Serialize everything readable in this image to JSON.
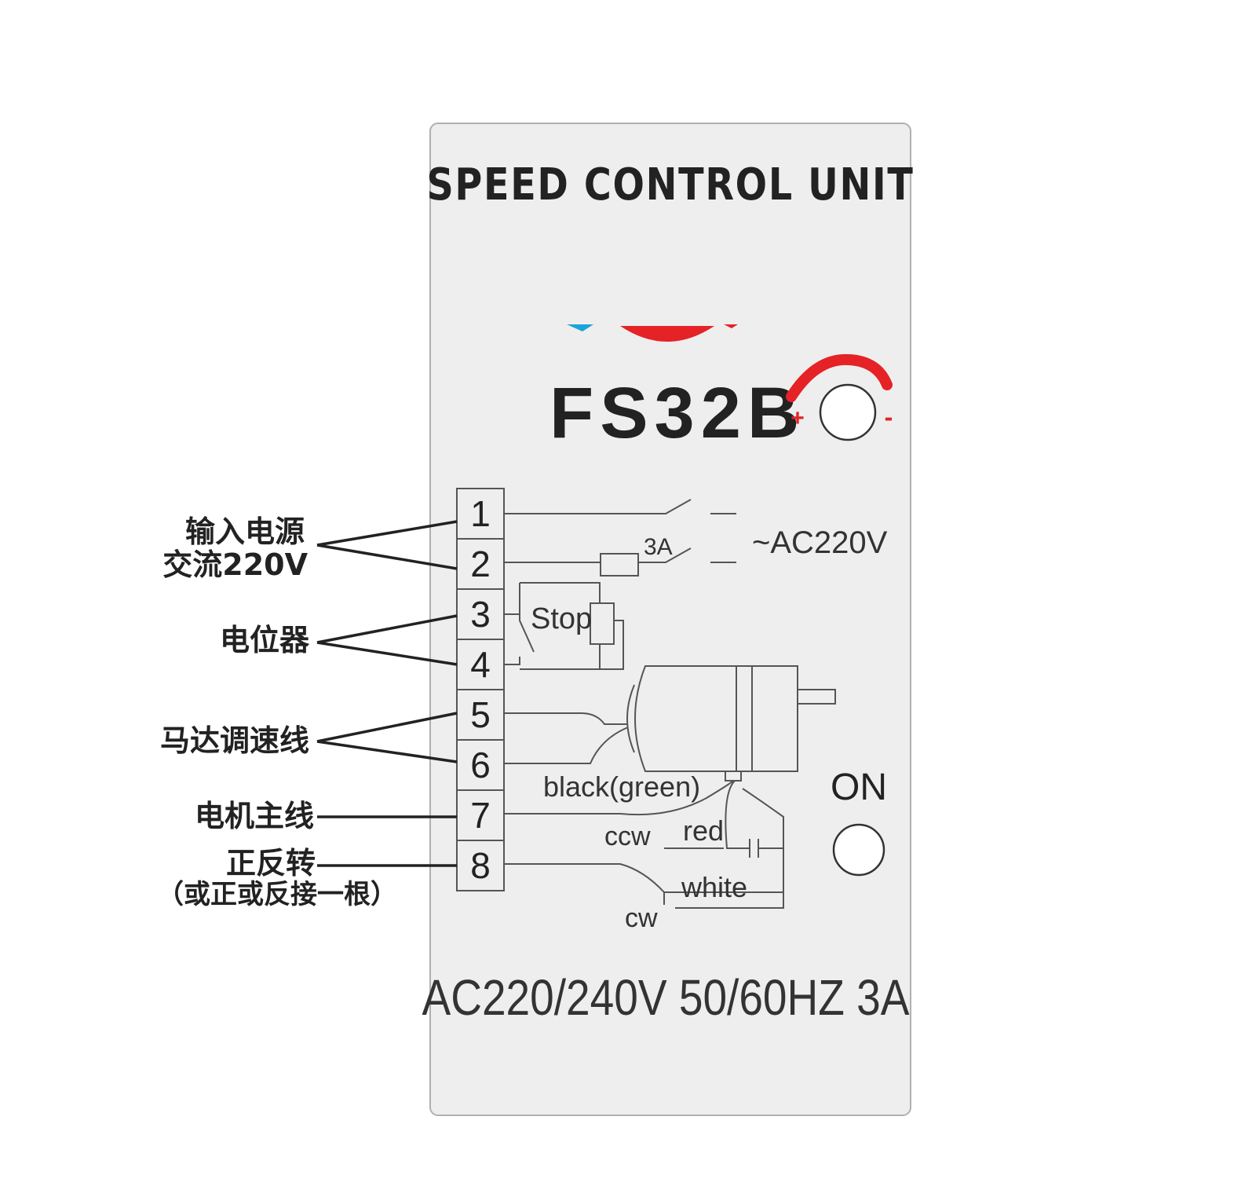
{
  "panel": {
    "title": "SPEED CONTROL UNIT",
    "model": "FS32B",
    "knob_plus": "+",
    "knob_minus": "-",
    "on_label": "ON",
    "rating": "AC220/240V  50/60HZ 3A"
  },
  "terminals": [
    "1",
    "2",
    "3",
    "4",
    "5",
    "6",
    "7",
    "8"
  ],
  "side_labels": {
    "input_power_line1": "输入电源",
    "input_power_line2": "交流220V",
    "potentiometer": "电位器",
    "motor_speed_wire": "马达调速线",
    "motor_main_wire": "电机主线",
    "direction_line1": "正反转",
    "direction_line2": "（或正或反接一根）"
  },
  "circuit": {
    "fuse_label": "3A",
    "supply_label": "~AC220V",
    "stop_label": "Stop",
    "wire_black_green": "black(green)",
    "wire_ccw": "ccw",
    "wire_red": "red",
    "wire_white": "white",
    "wire_cw": "cw"
  },
  "colors": {
    "panel_bg": "#eeeeee",
    "line": "#555555",
    "text": "#222222",
    "accent_red": "#e52226",
    "accent_blue": "#1aa3dc"
  }
}
